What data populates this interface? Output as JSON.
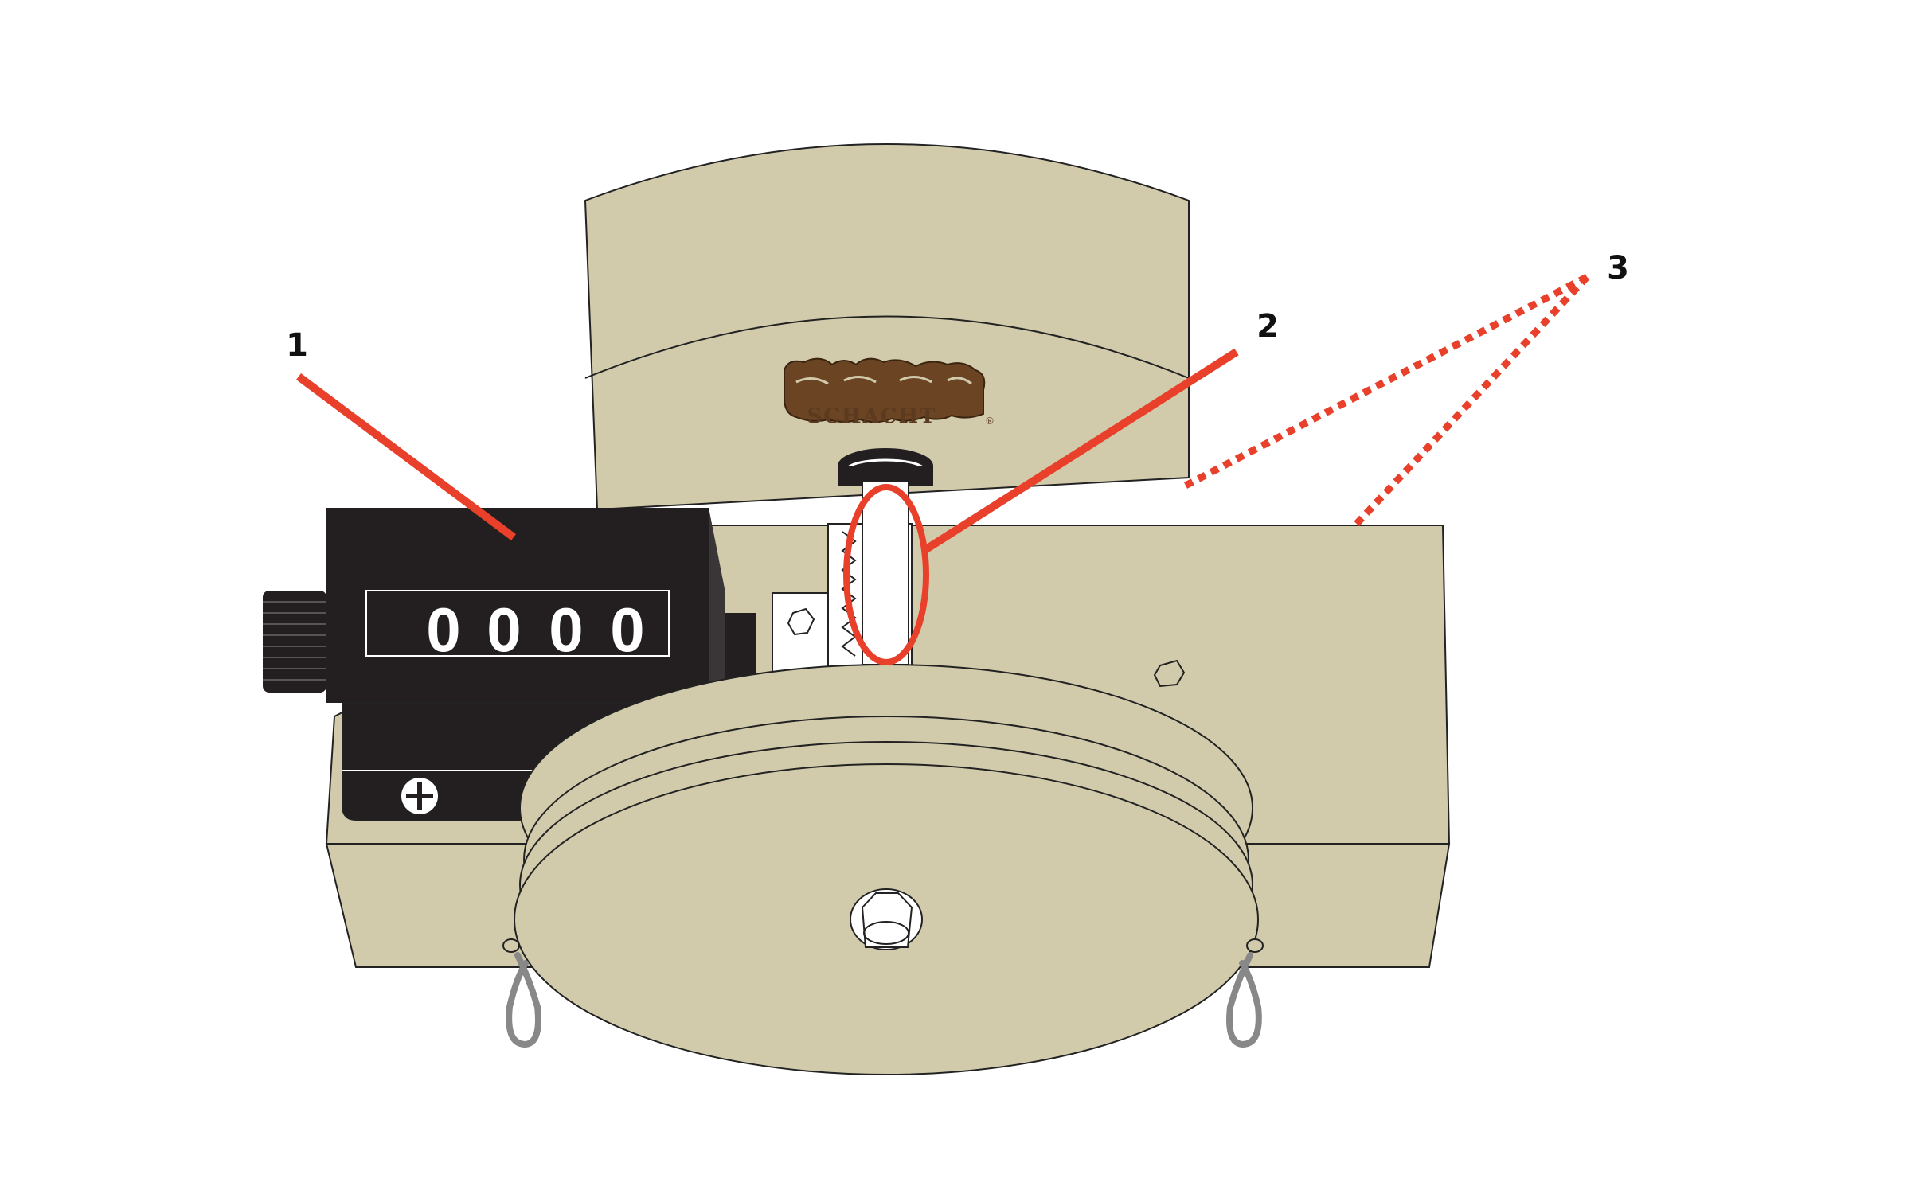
{
  "colors": {
    "body": "#d1cbac",
    "outline": "#222222",
    "counter": "#231f20",
    "callout": "#e8402a",
    "eyelet": "#888888",
    "logo": "#6b4423"
  },
  "counter": {
    "digits": [
      "0",
      "0",
      "0",
      "0"
    ]
  },
  "logo": {
    "text": "SCHACHT",
    "registered_mark": "®"
  },
  "callouts": {
    "one": "1",
    "two": "2",
    "three": "3"
  }
}
